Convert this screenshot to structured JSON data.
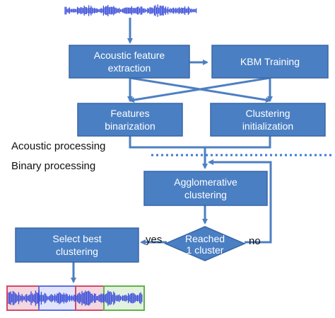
{
  "colors": {
    "box_fill": "#4a7fc3",
    "box_stroke": "#3a67a6",
    "arrow": "#4d7fc2",
    "text_on_box": "#ffffff",
    "divider": "#3a7bd5",
    "waveform": "#3b4fd8",
    "segment_red": "#d24a6a",
    "segment_blue": "#5f6fe0",
    "segment_green": "#5fb34a"
  },
  "boxes": {
    "acoustic_feature_extraction": [
      "Acoustic feature",
      "extraction"
    ],
    "kbm_training": [
      "KBM Training"
    ],
    "features_binarization": [
      "Features",
      "binarization"
    ],
    "clustering_initialization": [
      "Clustering",
      "initialization"
    ],
    "agglomerative_clustering": [
      "Agglomerative",
      "clustering"
    ],
    "select_best_clustering": [
      "Select best",
      "clustering"
    ]
  },
  "decision": {
    "label": [
      "Reached",
      "1 cluster"
    ]
  },
  "edge_labels": {
    "yes": "yes",
    "no": "no"
  },
  "sections": {
    "acoustic": "Acoustic processing",
    "binary": "Binary processing"
  },
  "icons": {
    "input": "audio-waveform-icon",
    "output": "segmented-waveform-icon"
  }
}
